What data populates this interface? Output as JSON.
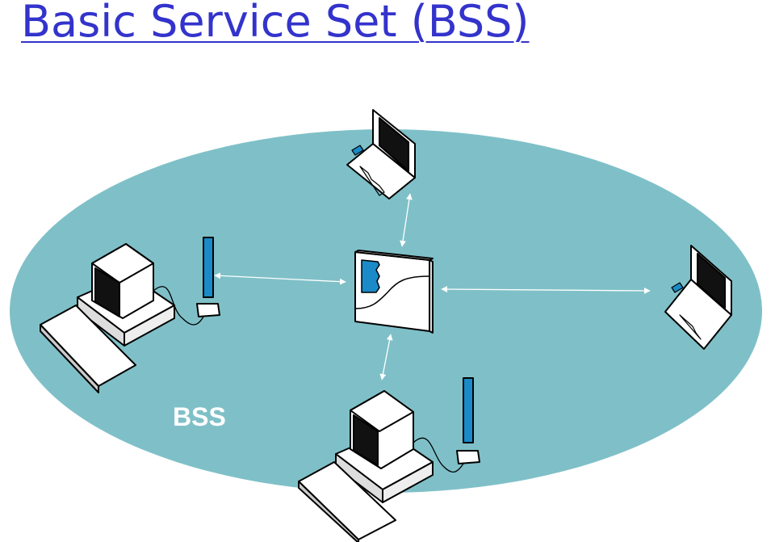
{
  "title": "Basic Service Set (BSS)",
  "bss_label": "BSS",
  "colors": {
    "title": "#3333cc",
    "bss_area": "#7fc0c8",
    "bss_label": "#ffffff",
    "antenna": "#1a8bc8",
    "device_outline": "#000000",
    "device_fill": "#ffffff",
    "arrow": "#ffffff"
  },
  "nodes": [
    {
      "name": "access-point-icon",
      "kind": "access-point"
    },
    {
      "name": "laptop-top-icon",
      "kind": "laptop"
    },
    {
      "name": "laptop-right-icon",
      "kind": "laptop"
    },
    {
      "name": "desktop-left-icon",
      "kind": "desktop"
    },
    {
      "name": "desktop-bottom-icon",
      "kind": "desktop"
    }
  ],
  "links": [
    {
      "from": "access-point-icon",
      "to": "laptop-top-icon"
    },
    {
      "from": "access-point-icon",
      "to": "laptop-right-icon"
    },
    {
      "from": "access-point-icon",
      "to": "desktop-left-icon"
    },
    {
      "from": "access-point-icon",
      "to": "desktop-bottom-icon"
    }
  ]
}
